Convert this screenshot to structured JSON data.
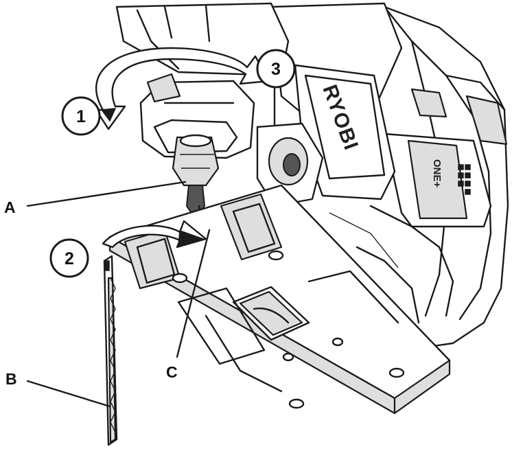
{
  "diagram": {
    "brand_text": "RYOBI",
    "battery_text": "ONE+",
    "callouts": [
      {
        "id": "A",
        "label": "A"
      },
      {
        "id": "B",
        "label": "B"
      },
      {
        "id": "C",
        "label": "C"
      }
    ],
    "steps": [
      {
        "id": "1",
        "label": "1"
      },
      {
        "id": "2",
        "label": "2"
      },
      {
        "id": "3",
        "label": "3"
      }
    ],
    "colors": {
      "line": "#1a1a1a",
      "fill_light": "#dedede",
      "fill_dark": "#1c1c1c",
      "background": "#ffffff"
    }
  }
}
